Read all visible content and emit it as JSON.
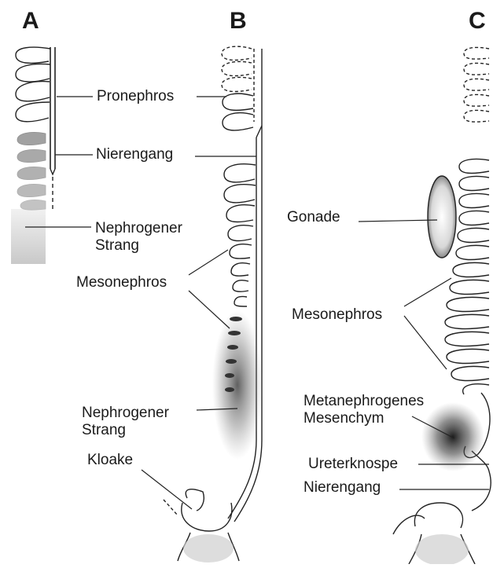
{
  "panels": {
    "a": {
      "letter": "A",
      "pronephros": "Pronephros",
      "nierengang": "Nierengang",
      "nephrogener_strang": [
        "Nephrogener",
        "Strang"
      ]
    },
    "b": {
      "letter": "B",
      "mesonephros": "Mesonephros",
      "nephrogener_strang": [
        "Nephrogener",
        "Strang"
      ],
      "kloake": "Kloake"
    },
    "c": {
      "letter": "C",
      "gonade": "Gonade",
      "mesonephros": "Mesonephros",
      "metanephrogenes_mesenchym": [
        "Metanephrogenes",
        "Mesenchym"
      ],
      "ureterknospe": "Ureterknospe",
      "nierengang": "Nierengang"
    }
  }
}
